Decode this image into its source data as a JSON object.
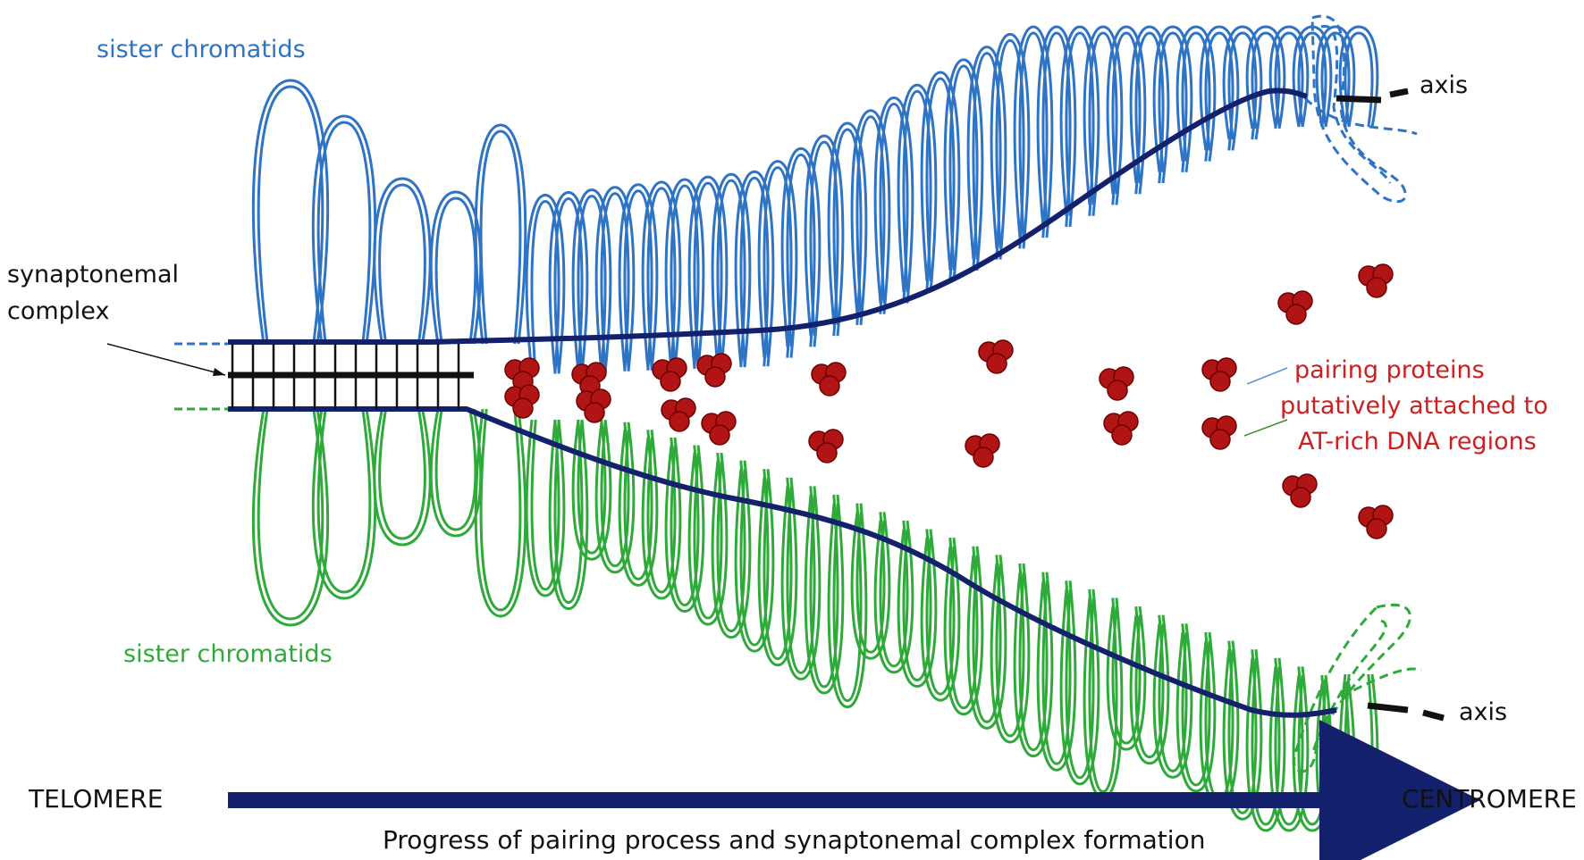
{
  "labels": {
    "top_chromatids": "sister chromatids",
    "bottom_chromatids": "sister chromatids",
    "synaptonemal_line1": "synaptonemal",
    "synaptonemal_line2": "complex",
    "axis_top": "axis",
    "axis_bottom": "axis",
    "pairing_line1": "pairing proteins",
    "pairing_line2": "putatively attached to",
    "pairing_line3": "AT-rich DNA regions",
    "telomere": "TELOMERE",
    "centromere": "CENTROMERE",
    "progress": "Progress of pairing process and synaptonemal complex formation"
  },
  "colors": {
    "top_chromatid": "#2f74c4",
    "bottom_chromatid": "#2faa3a",
    "axis": "#13206b",
    "pairing_protein": "#b01414",
    "pairing_label": "#cc1f1f",
    "arrow": "#13206b"
  }
}
